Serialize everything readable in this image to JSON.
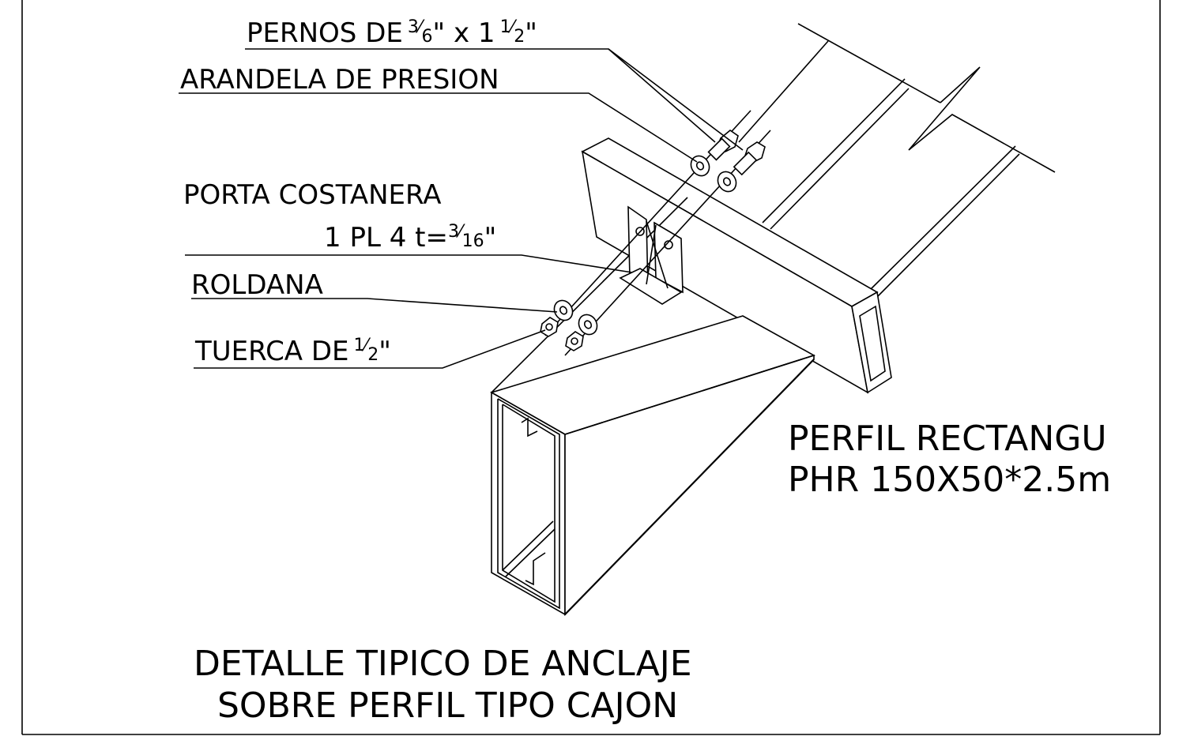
{
  "labels": {
    "pernos": {
      "text": "PERNOS DE",
      "frac1_num": "3",
      "frac1_den": "6",
      "mid": "\" x 1",
      "frac2_num": "1",
      "frac2_den": "2",
      "end": "\""
    },
    "arandela": "ARANDELA DE PRESION",
    "porta_line1": "PORTA COSTANERA",
    "porta_line2": {
      "text": "1 PL 4 t=",
      "frac_num": "3",
      "frac_den": "16",
      "end": "\""
    },
    "roldana": "ROLDANA",
    "tuerca": {
      "text": "TUERCA DE",
      "frac_num": "1",
      "frac_den": "2",
      "end": "\""
    },
    "perfil_line1": "PERFIL RECTANGU",
    "perfil_line2": "PHR 150X50*2.5m"
  },
  "title": {
    "line1": "DETALLE TIPICO DE ANCLAJE",
    "line2": "SOBRE PERFIL TIPO CAJON"
  },
  "colors": {
    "ink": "#000000",
    "paper": "#ffffff"
  }
}
